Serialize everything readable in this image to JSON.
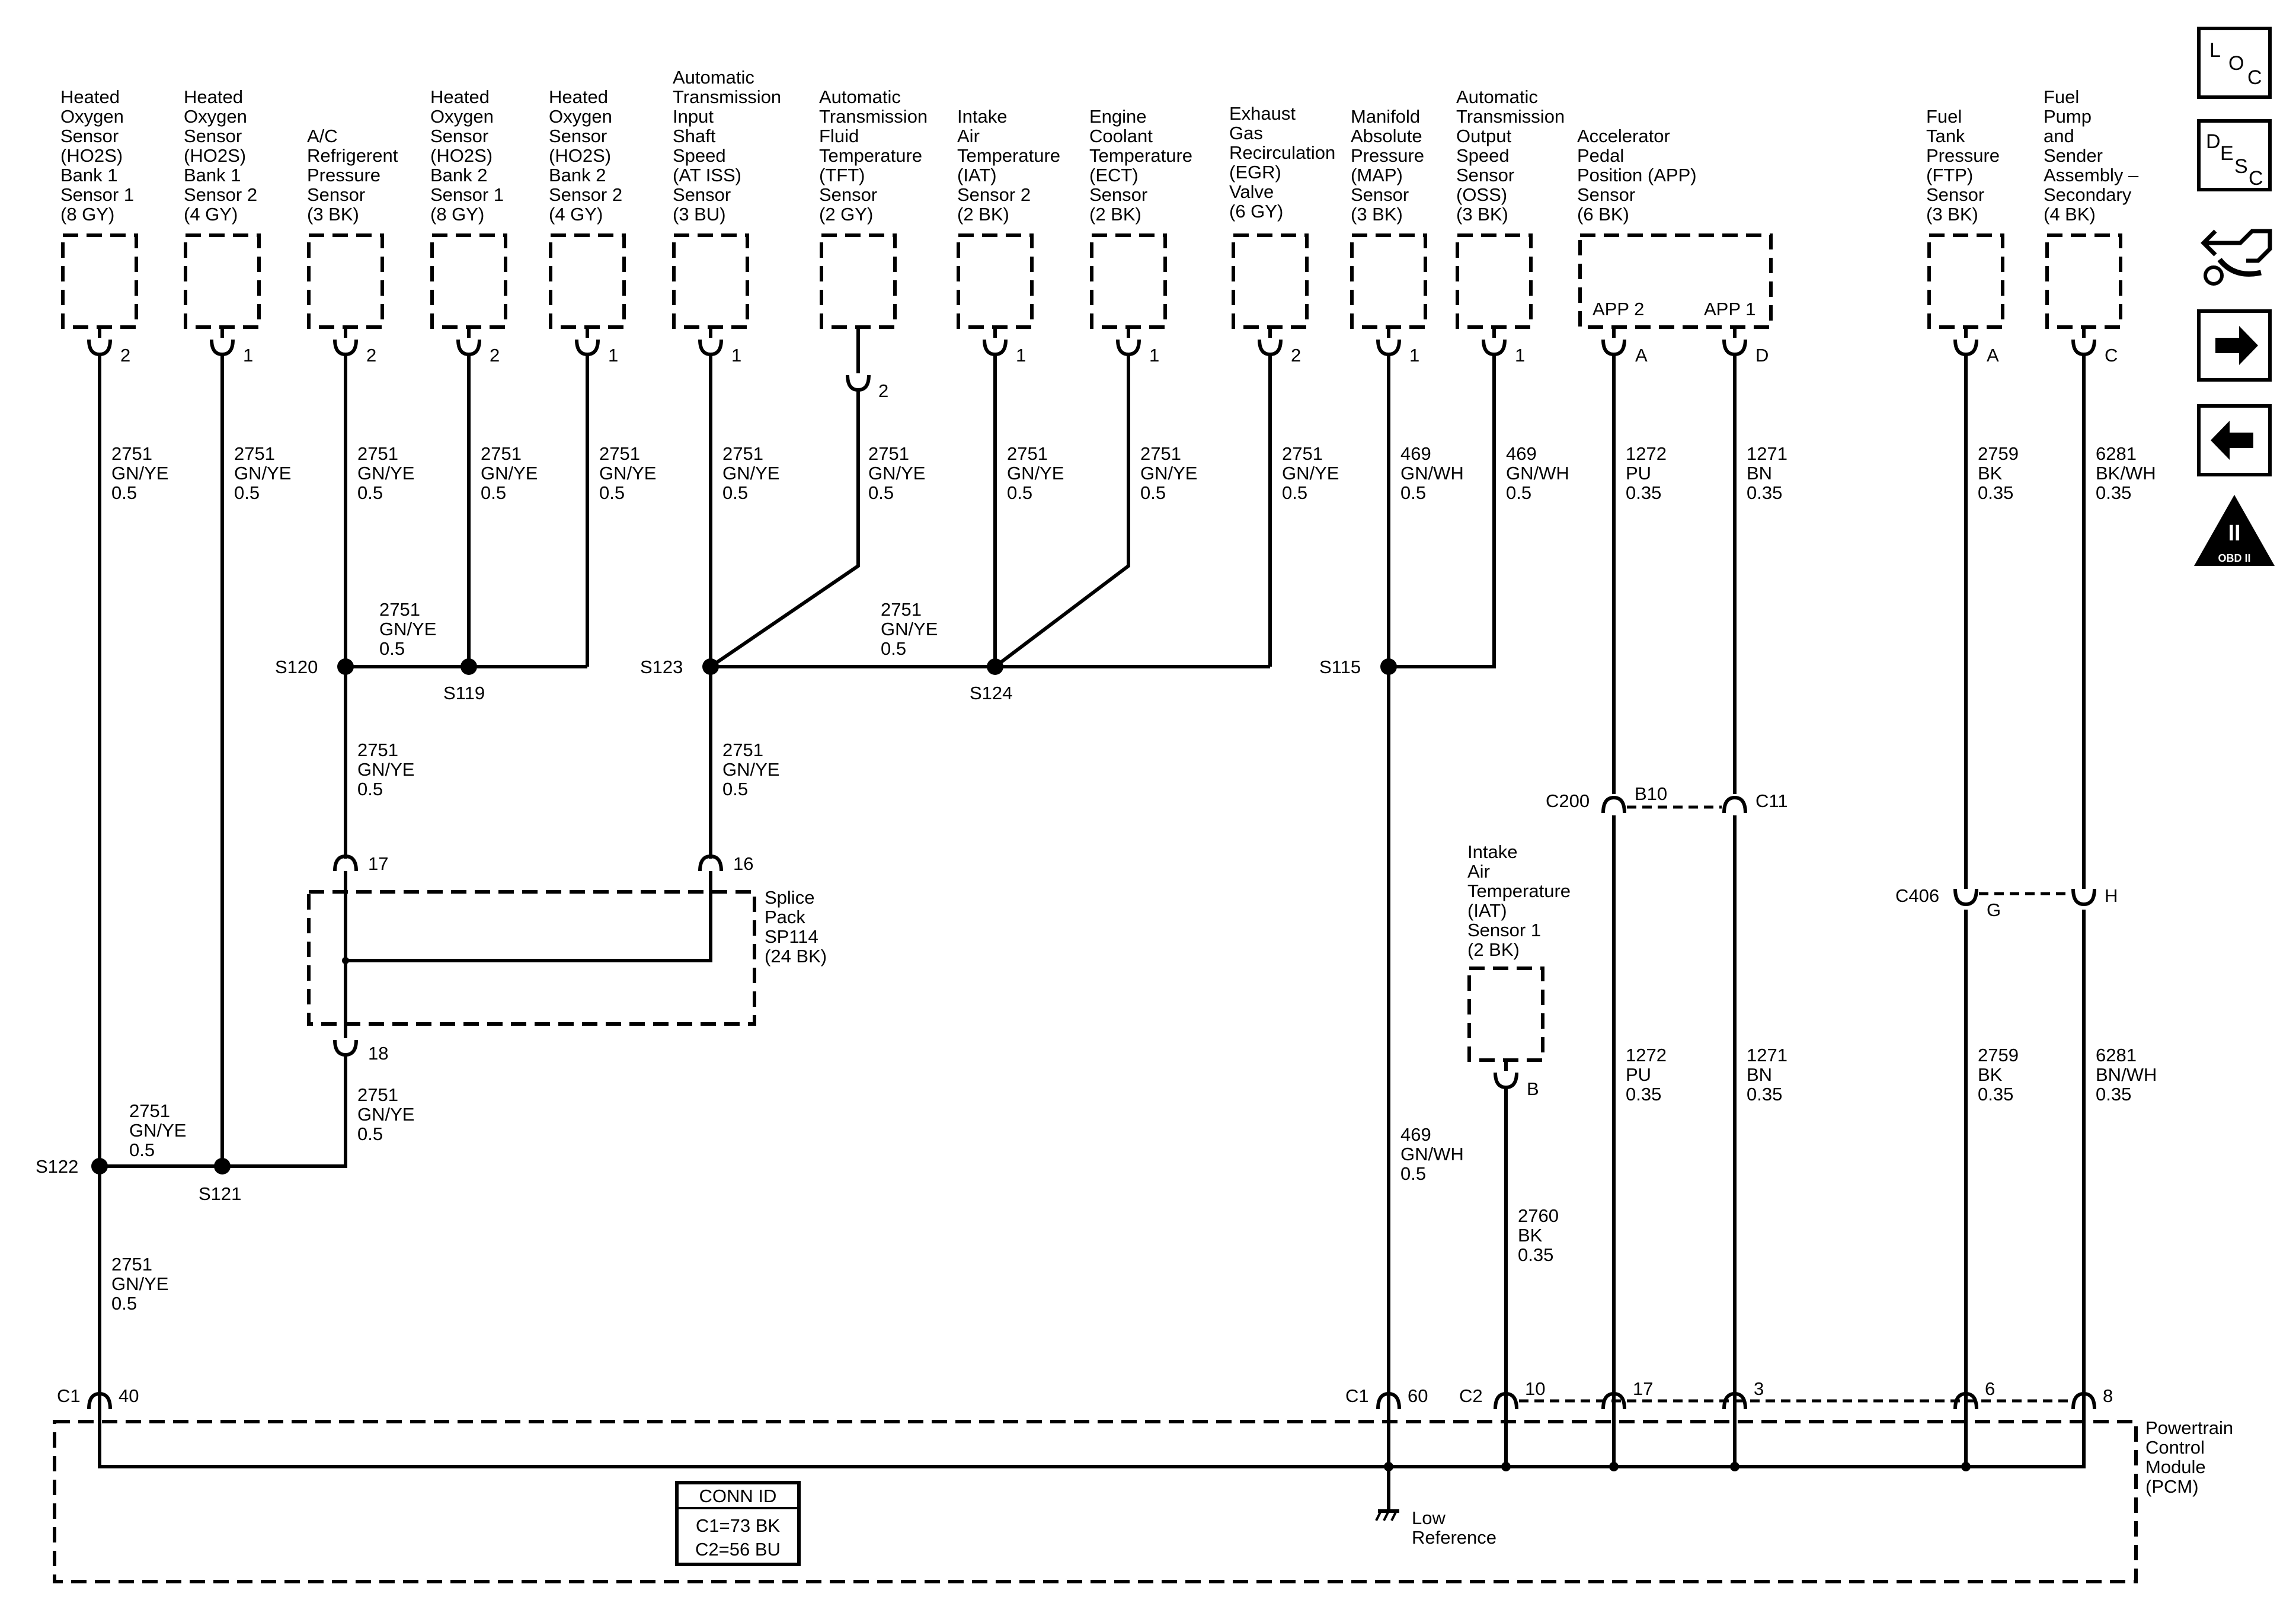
{
  "components": {
    "ho2s_b1s1": [
      "Heated",
      "Oxygen",
      "Sensor",
      "(HO2S)",
      "Bank 1",
      "Sensor 1",
      "(8 GY)"
    ],
    "ho2s_b1s2": [
      "Heated",
      "Oxygen",
      "Sensor",
      "(HO2S)",
      "Bank 1",
      "Sensor 2",
      "(4 GY)"
    ],
    "ac_pressure": [
      "A/C",
      "Refrigerent",
      "Pressure",
      "Sensor",
      "(3 BK)"
    ],
    "ho2s_b2s1": [
      "Heated",
      "Oxygen",
      "Sensor",
      "(HO2S)",
      "Bank 2",
      "Sensor 1",
      "(8 GY)"
    ],
    "ho2s_b2s2": [
      "Heated",
      "Oxygen",
      "Sensor",
      "(HO2S)",
      "Bank 2",
      "Sensor 2",
      "(4 GY)"
    ],
    "at_iss": [
      "Automatic",
      "Transmission",
      "Input",
      "Shaft",
      "Speed",
      "(AT ISS)",
      "Sensor",
      "(3 BU)"
    ],
    "tft": [
      "Automatic",
      "Transmission",
      "Fluid",
      "Temperature",
      "(TFT)",
      "Sensor",
      "(2 GY)"
    ],
    "iat2": [
      "Intake",
      "Air",
      "Temperature",
      "(IAT)",
      "Sensor 2",
      "(2 BK)"
    ],
    "ect": [
      "Engine",
      "Coolant",
      "Temperature",
      "(ECT)",
      "Sensor",
      "(2 BK)"
    ],
    "egr": [
      "Exhaust",
      "Gas",
      "Recirculation",
      "(EGR)",
      "Valve",
      "(6 GY)"
    ],
    "map": [
      "Manifold",
      "Absolute",
      "Pressure",
      "(MAP)",
      "Sensor",
      "(3 BK)"
    ],
    "oss": [
      "Automatic",
      "Transmission",
      "Output",
      "Speed",
      "Sensor",
      "(OSS)",
      "(3 BK)"
    ],
    "app": [
      "Accelerator",
      "Pedal",
      "Position (APP)",
      "Sensor",
      "(6 BK)"
    ],
    "ftp": [
      "Fuel",
      "Tank",
      "Pressure",
      "(FTP)",
      "Sensor",
      "(3 BK)"
    ],
    "fuel_pump": [
      "Fuel",
      "Pump",
      "and",
      "Sender",
      "Assembly –",
      "Secondary",
      "(4 BK)"
    ],
    "iat1": [
      "Intake",
      "Air",
      "Temperature",
      "(IAT)",
      "Sensor 1",
      "(2 BK)"
    ],
    "splice_pack": [
      "Splice",
      "Pack",
      "SP114",
      "(24 BK)"
    ],
    "pcm": [
      "Powertrain",
      "Control",
      "Module",
      "(PCM)"
    ],
    "low_ref": [
      "Low",
      "Reference"
    ]
  },
  "app_pins": {
    "app2": "APP 2",
    "app1": "APP 1"
  },
  "pins": {
    "ho2s_b1s1": "2",
    "ho2s_b1s2": "1",
    "ac_pressure": "2",
    "ho2s_b2s1": "2",
    "ho2s_b2s2": "1",
    "at_iss": "1",
    "tft": "2",
    "iat2": "1",
    "ect": "1",
    "egr": "2",
    "map": "1",
    "oss": "1",
    "app_a": "A",
    "app_d": "D",
    "ftp": "A",
    "fuel_pump": "C",
    "iat1": "B",
    "sp_17": "17",
    "sp_16": "16",
    "sp_18": "18",
    "c200_b10": "B10",
    "c200_c11": "C11",
    "c406_g": "G",
    "c406_h": "H",
    "c1_40": "40",
    "c1_60": "60",
    "c2_10": "10",
    "c2_17": "17",
    "c2_3": "3",
    "c2_6": "6",
    "c2_8": "8"
  },
  "wires": {
    "gnye": [
      "2751",
      "GN/YE",
      "0.5"
    ],
    "gnwh": [
      "469",
      "GN/WH",
      "0.5"
    ],
    "pu": [
      "1272",
      "PU",
      "0.35"
    ],
    "bn": [
      "1271",
      "BN",
      "0.35"
    ],
    "bk2759": [
      "2759",
      "BK",
      "0.35"
    ],
    "bkwh": [
      "6281",
      "BK/WH",
      "0.35"
    ],
    "bnwh": [
      "6281",
      "BN/WH",
      "0.35"
    ],
    "bk2760": [
      "2760",
      "BK",
      "0.35"
    ]
  },
  "splices": {
    "s120": "S120",
    "s119": "S119",
    "s123": "S123",
    "s124": "S124",
    "s115": "S115",
    "s122": "S122",
    "s121": "S121"
  },
  "connectors": {
    "c1": "C1",
    "c2": "C2",
    "c200": "C200",
    "c406": "C406"
  },
  "conn_id": {
    "title": "CONN ID",
    "c1": "C1=73 BK",
    "c2": "C2=56 BU"
  },
  "icons": {
    "loc": {
      "l1": "L",
      "l2": "O",
      "l3": "C"
    },
    "desc": {
      "l1": "D",
      "l2": "E",
      "l3": "S",
      "l4": "C"
    },
    "obd": {
      "roman": "II",
      "label": "OBD II"
    }
  }
}
